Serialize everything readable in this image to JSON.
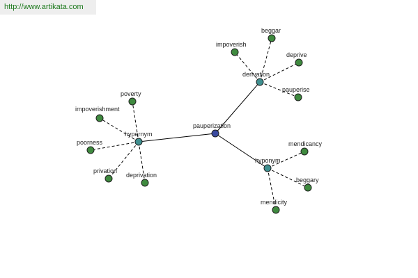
{
  "source_url": "http://www.artikata.com",
  "colors": {
    "center_node": "#3a4aa0",
    "relation_node": "#3f8f8f",
    "leaf_node": "#3f8a3f"
  },
  "graph": {
    "center": {
      "label": "pauperization"
    },
    "relations": [
      {
        "label": "hypernym",
        "words": [
          "poverty",
          "impoverishment",
          "poorness",
          "privation",
          "deprivation"
        ]
      },
      {
        "label": "derivation",
        "words": [
          "impoverish",
          "beggar",
          "deprive",
          "pauperise"
        ]
      },
      {
        "label": "hyponym",
        "words": [
          "mendicancy",
          "beggary",
          "mendicity"
        ]
      }
    ]
  }
}
